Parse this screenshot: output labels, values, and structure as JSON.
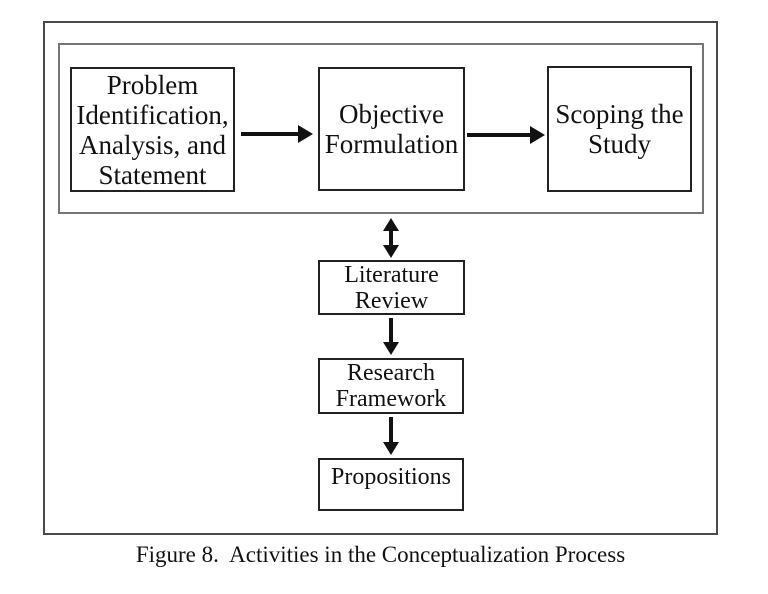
{
  "figure": {
    "caption": "Figure 8.  Activities in the Conceptualization Process"
  },
  "nodes": {
    "problem": {
      "label": "Problem Identification, Analysis, and Statement"
    },
    "objective": {
      "label": "Objective Formulation"
    },
    "scoping": {
      "label": "Scoping the Study"
    },
    "literature": {
      "label": "Literature Review"
    },
    "research": {
      "label": "Research Framework"
    },
    "propositions": {
      "label": "Propositions"
    }
  },
  "edges": [
    {
      "from": "problem",
      "to": "objective",
      "direction": "right"
    },
    {
      "from": "objective",
      "to": "scoping",
      "direction": "right"
    },
    {
      "from": "top-row",
      "to": "literature",
      "direction": "bidirectional-vertical"
    },
    {
      "from": "literature",
      "to": "research",
      "direction": "down"
    },
    {
      "from": "research",
      "to": "propositions",
      "direction": "down"
    }
  ],
  "colors": {
    "background": "#ffffff",
    "outer_frame_border": "#4a4a4a",
    "inner_frame_border": "#757575",
    "node_border": "#222222",
    "arrow": "#111111",
    "text": "#111111"
  }
}
